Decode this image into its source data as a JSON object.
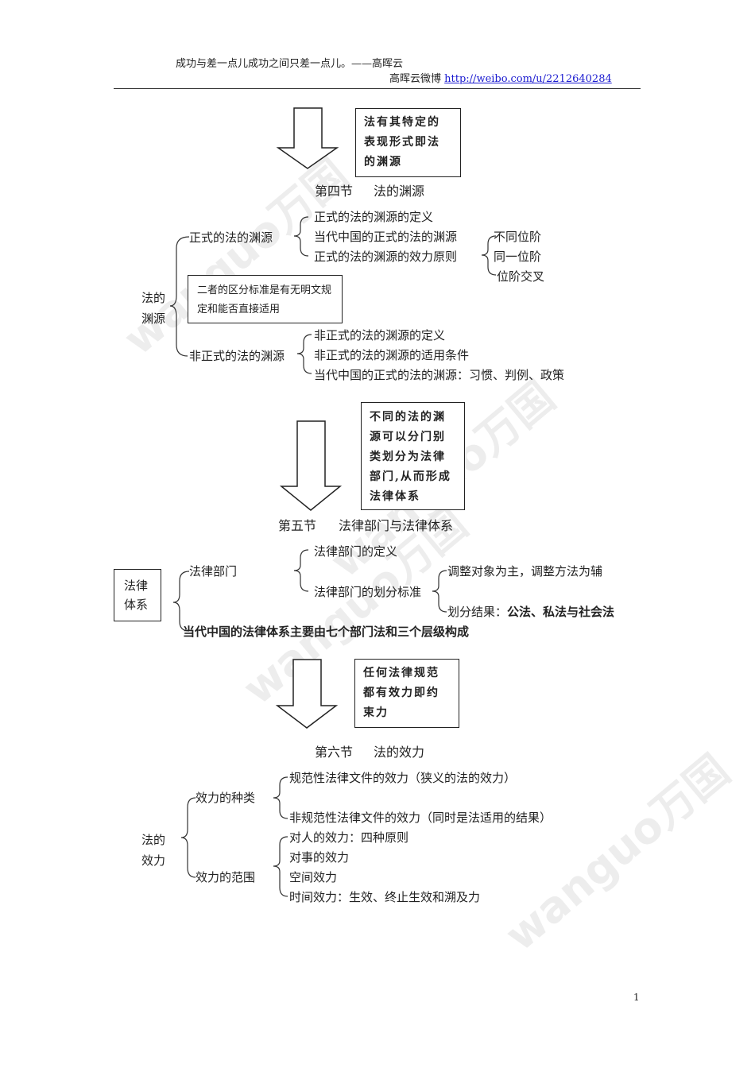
{
  "header": {
    "quote": "成功与差一点儿成功之间只差一点儿。——高晖云",
    "weibo_label": "高晖云微博",
    "weibo_url": "http://weibo.com/u/2212640284"
  },
  "watermark": {
    "text": "wanguo万国"
  },
  "section4": {
    "note": "法有其特定的表现形式即法的渊源",
    "heading_num": "第四节",
    "heading_title": "法的渊源",
    "root": "法的渊源",
    "formal": {
      "label": "正式的法的渊源",
      "items": [
        "正式的法的渊源的定义",
        "当代中国的正式的法的渊源",
        "正式的法的渊源的效力原则"
      ],
      "principles": [
        "不同位阶",
        "同一位阶",
        "位阶交叉"
      ]
    },
    "criteria_box": "二者的区分标准是有无明文规定和能否直接适用",
    "informal": {
      "label": "非正式的法的渊源",
      "items": [
        "非正式的法的渊源的定义",
        "非正式的法的渊源的适用条件",
        "当代中国的正式的法的渊源：习惯、判例、政策"
      ]
    }
  },
  "section5": {
    "note": "不同的法的渊源可以分门别类划分为法律部门,从而形成法律体系",
    "heading_num": "第五节",
    "heading_title": "法律部门与法律体系",
    "root": "法律体系",
    "dept": {
      "label": "法律部门",
      "items": [
        "法律部门的定义",
        "法律部门的划分标准"
      ],
      "standard": [
        "调整对象为主，调整方法为辅"
      ],
      "result_prefix": "划分结果：",
      "result_bold": "公法、私法与社会法"
    },
    "structure": "当代中国的法律体系主要由七个部门法和三个层级构成"
  },
  "section6": {
    "note": "任何法律规范都有效力即约束力",
    "heading_num": "第六节",
    "heading_title": "法的效力",
    "root": "法的效力",
    "types": {
      "label": "效力的种类",
      "items": [
        "规范性法律文件的效力（狭义的法的效力）",
        "非规范性法律文件的效力（同时是法适用的结果）"
      ]
    },
    "scope": {
      "label": "效力的范围",
      "items": [
        "对人的效力：四种原则",
        "对事的效力",
        "空间效力",
        "时间效力：生效、终止生效和溯及力"
      ]
    }
  },
  "footer": {
    "page_number": "1"
  }
}
